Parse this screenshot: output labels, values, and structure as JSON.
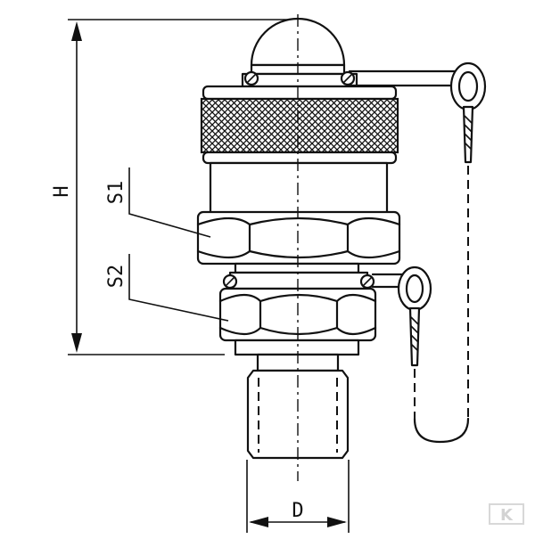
{
  "diagram": {
    "labels": {
      "height": "H",
      "wrench_size_1": "S1",
      "wrench_size_2": "S2",
      "diameter": "D"
    },
    "watermark_text": "K",
    "colors": {
      "line": "#111111",
      "background": "#ffffff",
      "watermark": "#cfcfcf"
    }
  }
}
